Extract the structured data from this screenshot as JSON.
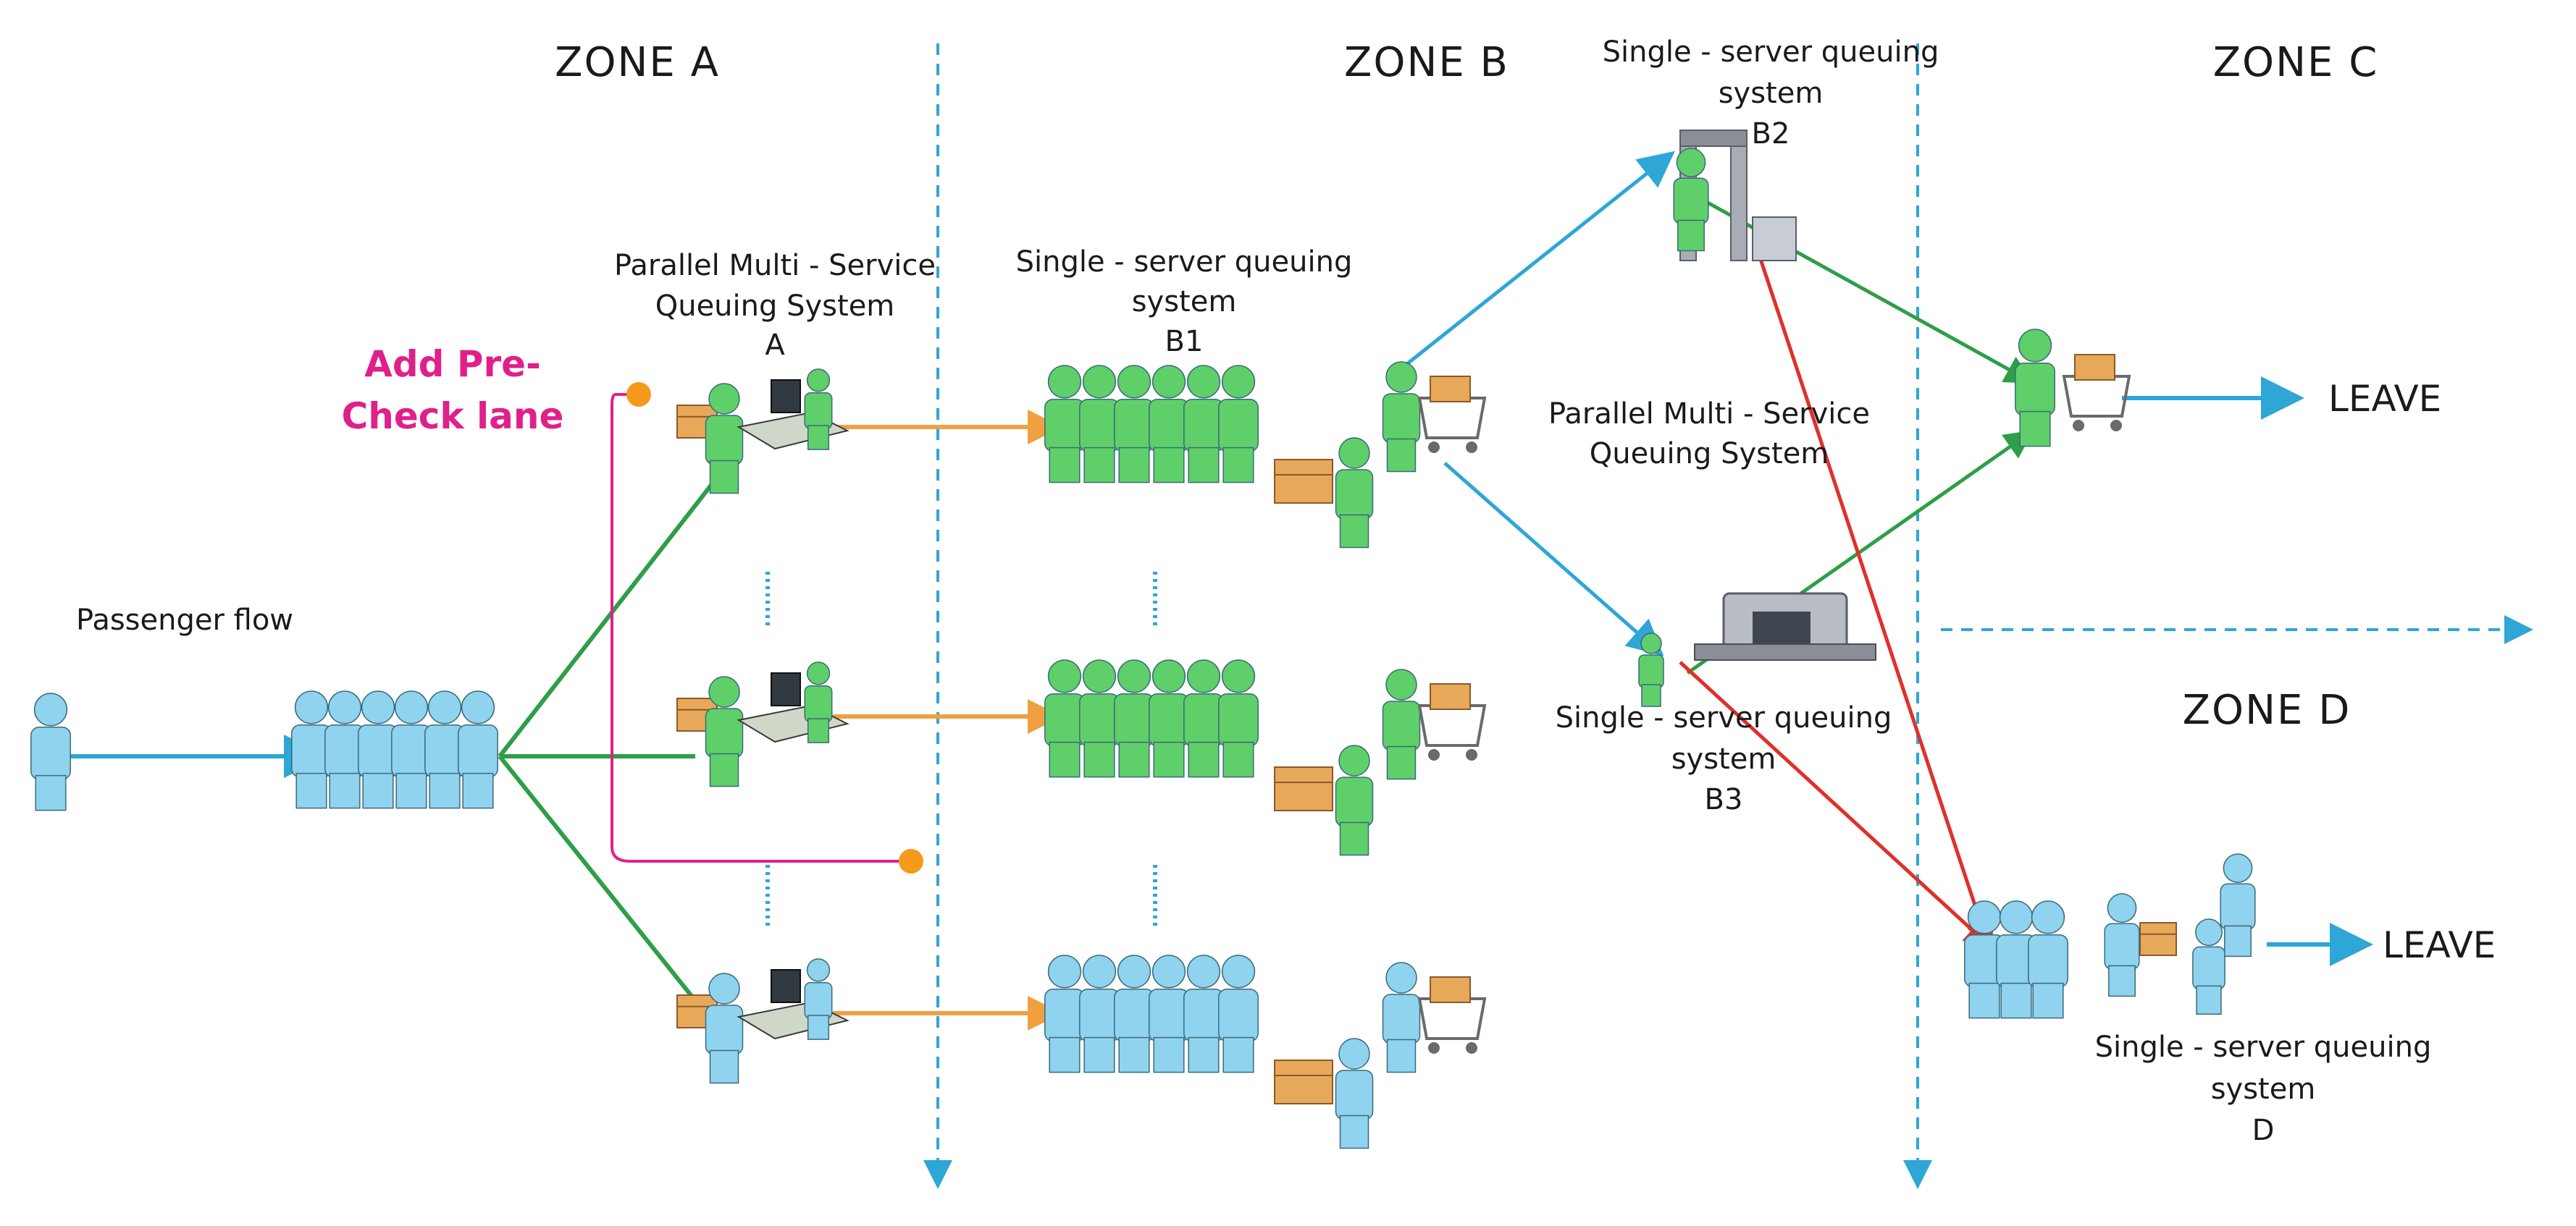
{
  "zones": {
    "a": "ZONE  A",
    "b": "ZONE  B",
    "c": "ZONE  C",
    "d": "ZONE  D"
  },
  "labels": {
    "passenger_flow": "Passenger flow",
    "precheck_1": "Add Pre-",
    "precheck_2": "Check lane",
    "sys_a_1": "Parallel Multi - Service",
    "sys_a_2": "Queuing System",
    "sys_a_3": "A",
    "sys_b1_1": "Single - server queuing",
    "sys_b1_2": "system",
    "sys_b1_3": "B1",
    "sys_b2_1": "Single - server queuing",
    "sys_b2_2": "system",
    "sys_b2_3": "B2",
    "sys_pm_1": "Parallel Multi - Service",
    "sys_pm_2": "Queuing System",
    "sys_b3_1": "Single - server queuing",
    "sys_b3_2": "system",
    "sys_b3_3": "B3",
    "sys_d_1": "Single - server queuing",
    "sys_d_2": "system",
    "sys_d_3": "D",
    "leave_c": "LEAVE",
    "leave_d": "LEAVE"
  },
  "colors": {
    "blue_person": "#8fd3ee",
    "green_person": "#5fcf6a",
    "passenger_line": "#2ea6d6",
    "green_line": "#2e9e48",
    "orange_line": "#f0a040",
    "red_line": "#e0302a",
    "pink_line": "#e0208a",
    "divider": "#2ea6d6"
  }
}
